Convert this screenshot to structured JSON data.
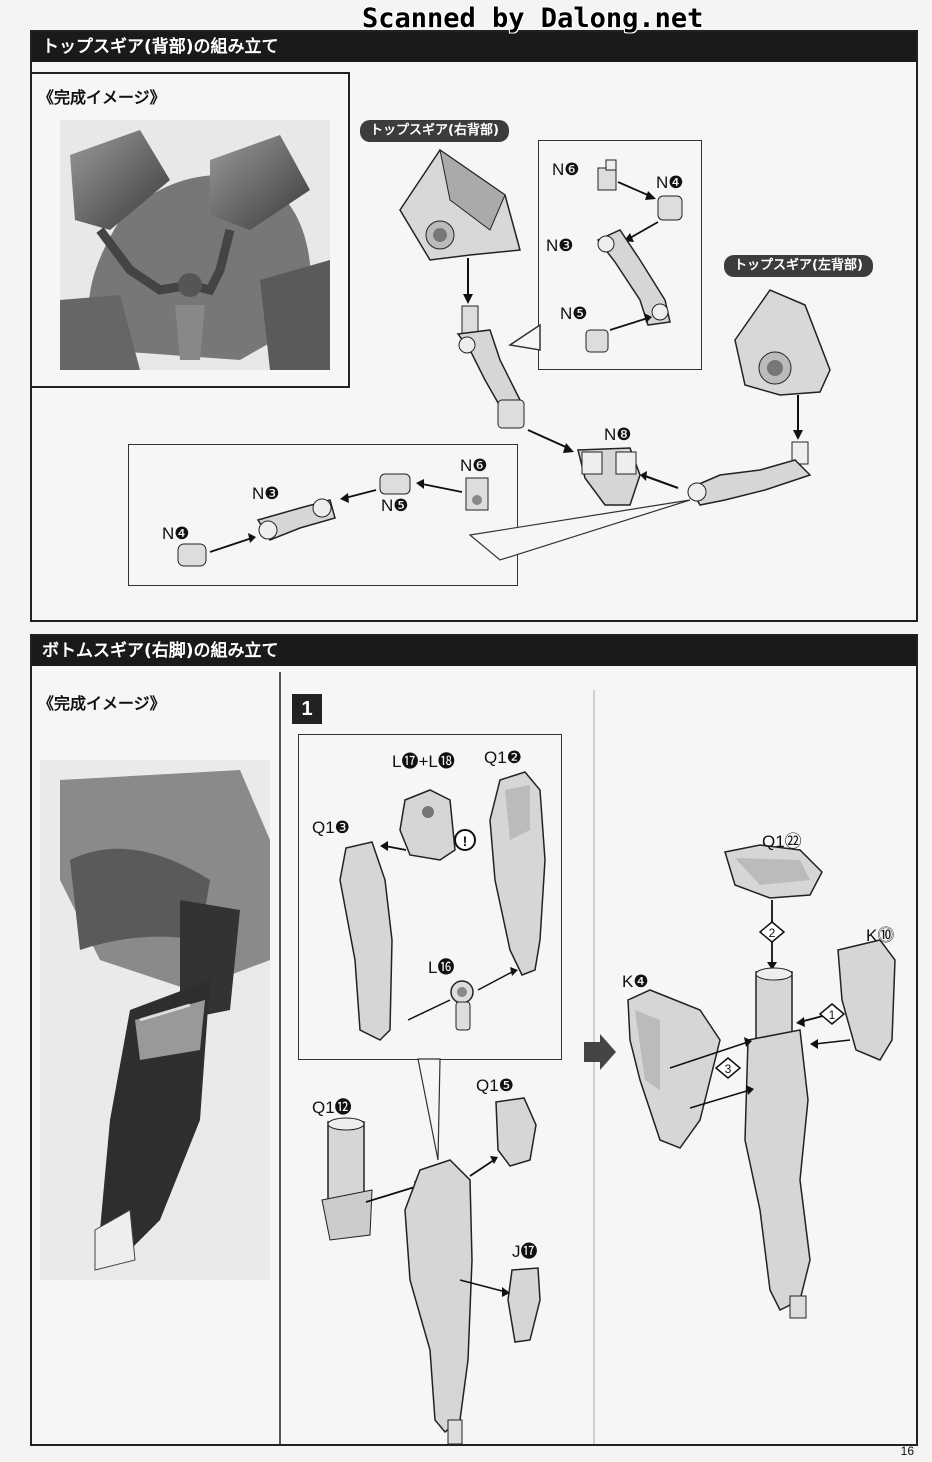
{
  "watermark": "Scanned by Dalong.net",
  "page_number": "16",
  "section1": {
    "title": "トップスギア(背部)の組み立て",
    "image_caption": "《完成イメージ》",
    "pill_right": "トップスギア(右背部)",
    "pill_left": "トップスギア(左背部)",
    "labels": {
      "n6a": "N❻",
      "n4a": "N❹",
      "n3a": "N❸",
      "n5a": "N❺",
      "n8": "N❽",
      "n6b": "N❻",
      "n3b": "N❸",
      "n5b": "N❺",
      "n4b": "N❹"
    }
  },
  "section2": {
    "title": "ボトムスギア(右脚)の組み立て",
    "image_caption": "《完成イメージ》",
    "step": "1",
    "labels": {
      "l17_18": "L⓱+L⓲",
      "q12": "Q1❷",
      "q13": "Q1❸",
      "l16": "L⓰",
      "q15": "Q1❺",
      "q112": "Q1⓬",
      "j17": "J⓱",
      "q122": "Q1㉒",
      "k10": "K⓾",
      "k4": "K❹"
    },
    "arrows": {
      "a2": "2",
      "a1": "1",
      "a3": "3"
    }
  }
}
